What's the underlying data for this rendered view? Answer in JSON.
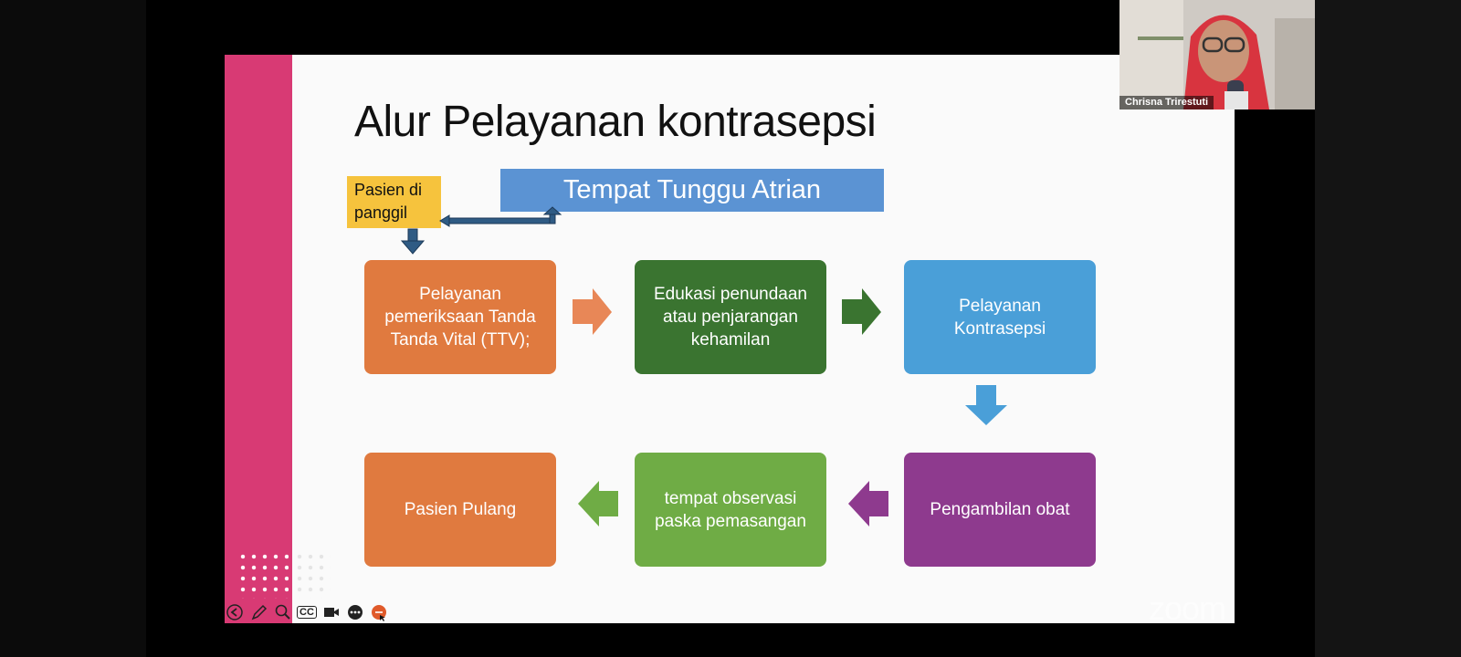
{
  "slide": {
    "title": "Alur Pelayanan kontrasepsi",
    "queue_label": "Tempat Tunggu Atrian",
    "called_label": "Pasien di panggil",
    "steps": [
      {
        "label": "Pelayanan pemeriksaan Tanda Tanda Vital (TTV);",
        "color": "#e07a3f"
      },
      {
        "label": "Edukasi penundaan atau penjarangan kehamilan",
        "color": "#3a7430"
      },
      {
        "label": "Pelayanan Kontrasepsi",
        "color": "#4a9fd8"
      },
      {
        "label": "Pengambilan obat",
        "color": "#8e3a8e"
      },
      {
        "label": "tempat observasi paska pemasangan",
        "color": "#6fac45"
      },
      {
        "label": "Pasien Pulang",
        "color": "#e07a3f"
      }
    ],
    "arrow_colors": {
      "orange": "#e88757",
      "dark_green": "#3a7430",
      "blue": "#4a9fd8",
      "purple": "#8e3a8e",
      "green": "#6fac45",
      "connector": "#2f5b84"
    }
  },
  "video": {
    "participant_name": "Chrisna Trirestuti"
  },
  "watermark": "zoom",
  "toolbar": {
    "icons": [
      "back-arrow-icon",
      "pen-icon",
      "zoom-icon",
      "captions-icon",
      "video-camera-icon",
      "more-icon",
      "pointer-icon"
    ],
    "captions_text": "CC"
  }
}
